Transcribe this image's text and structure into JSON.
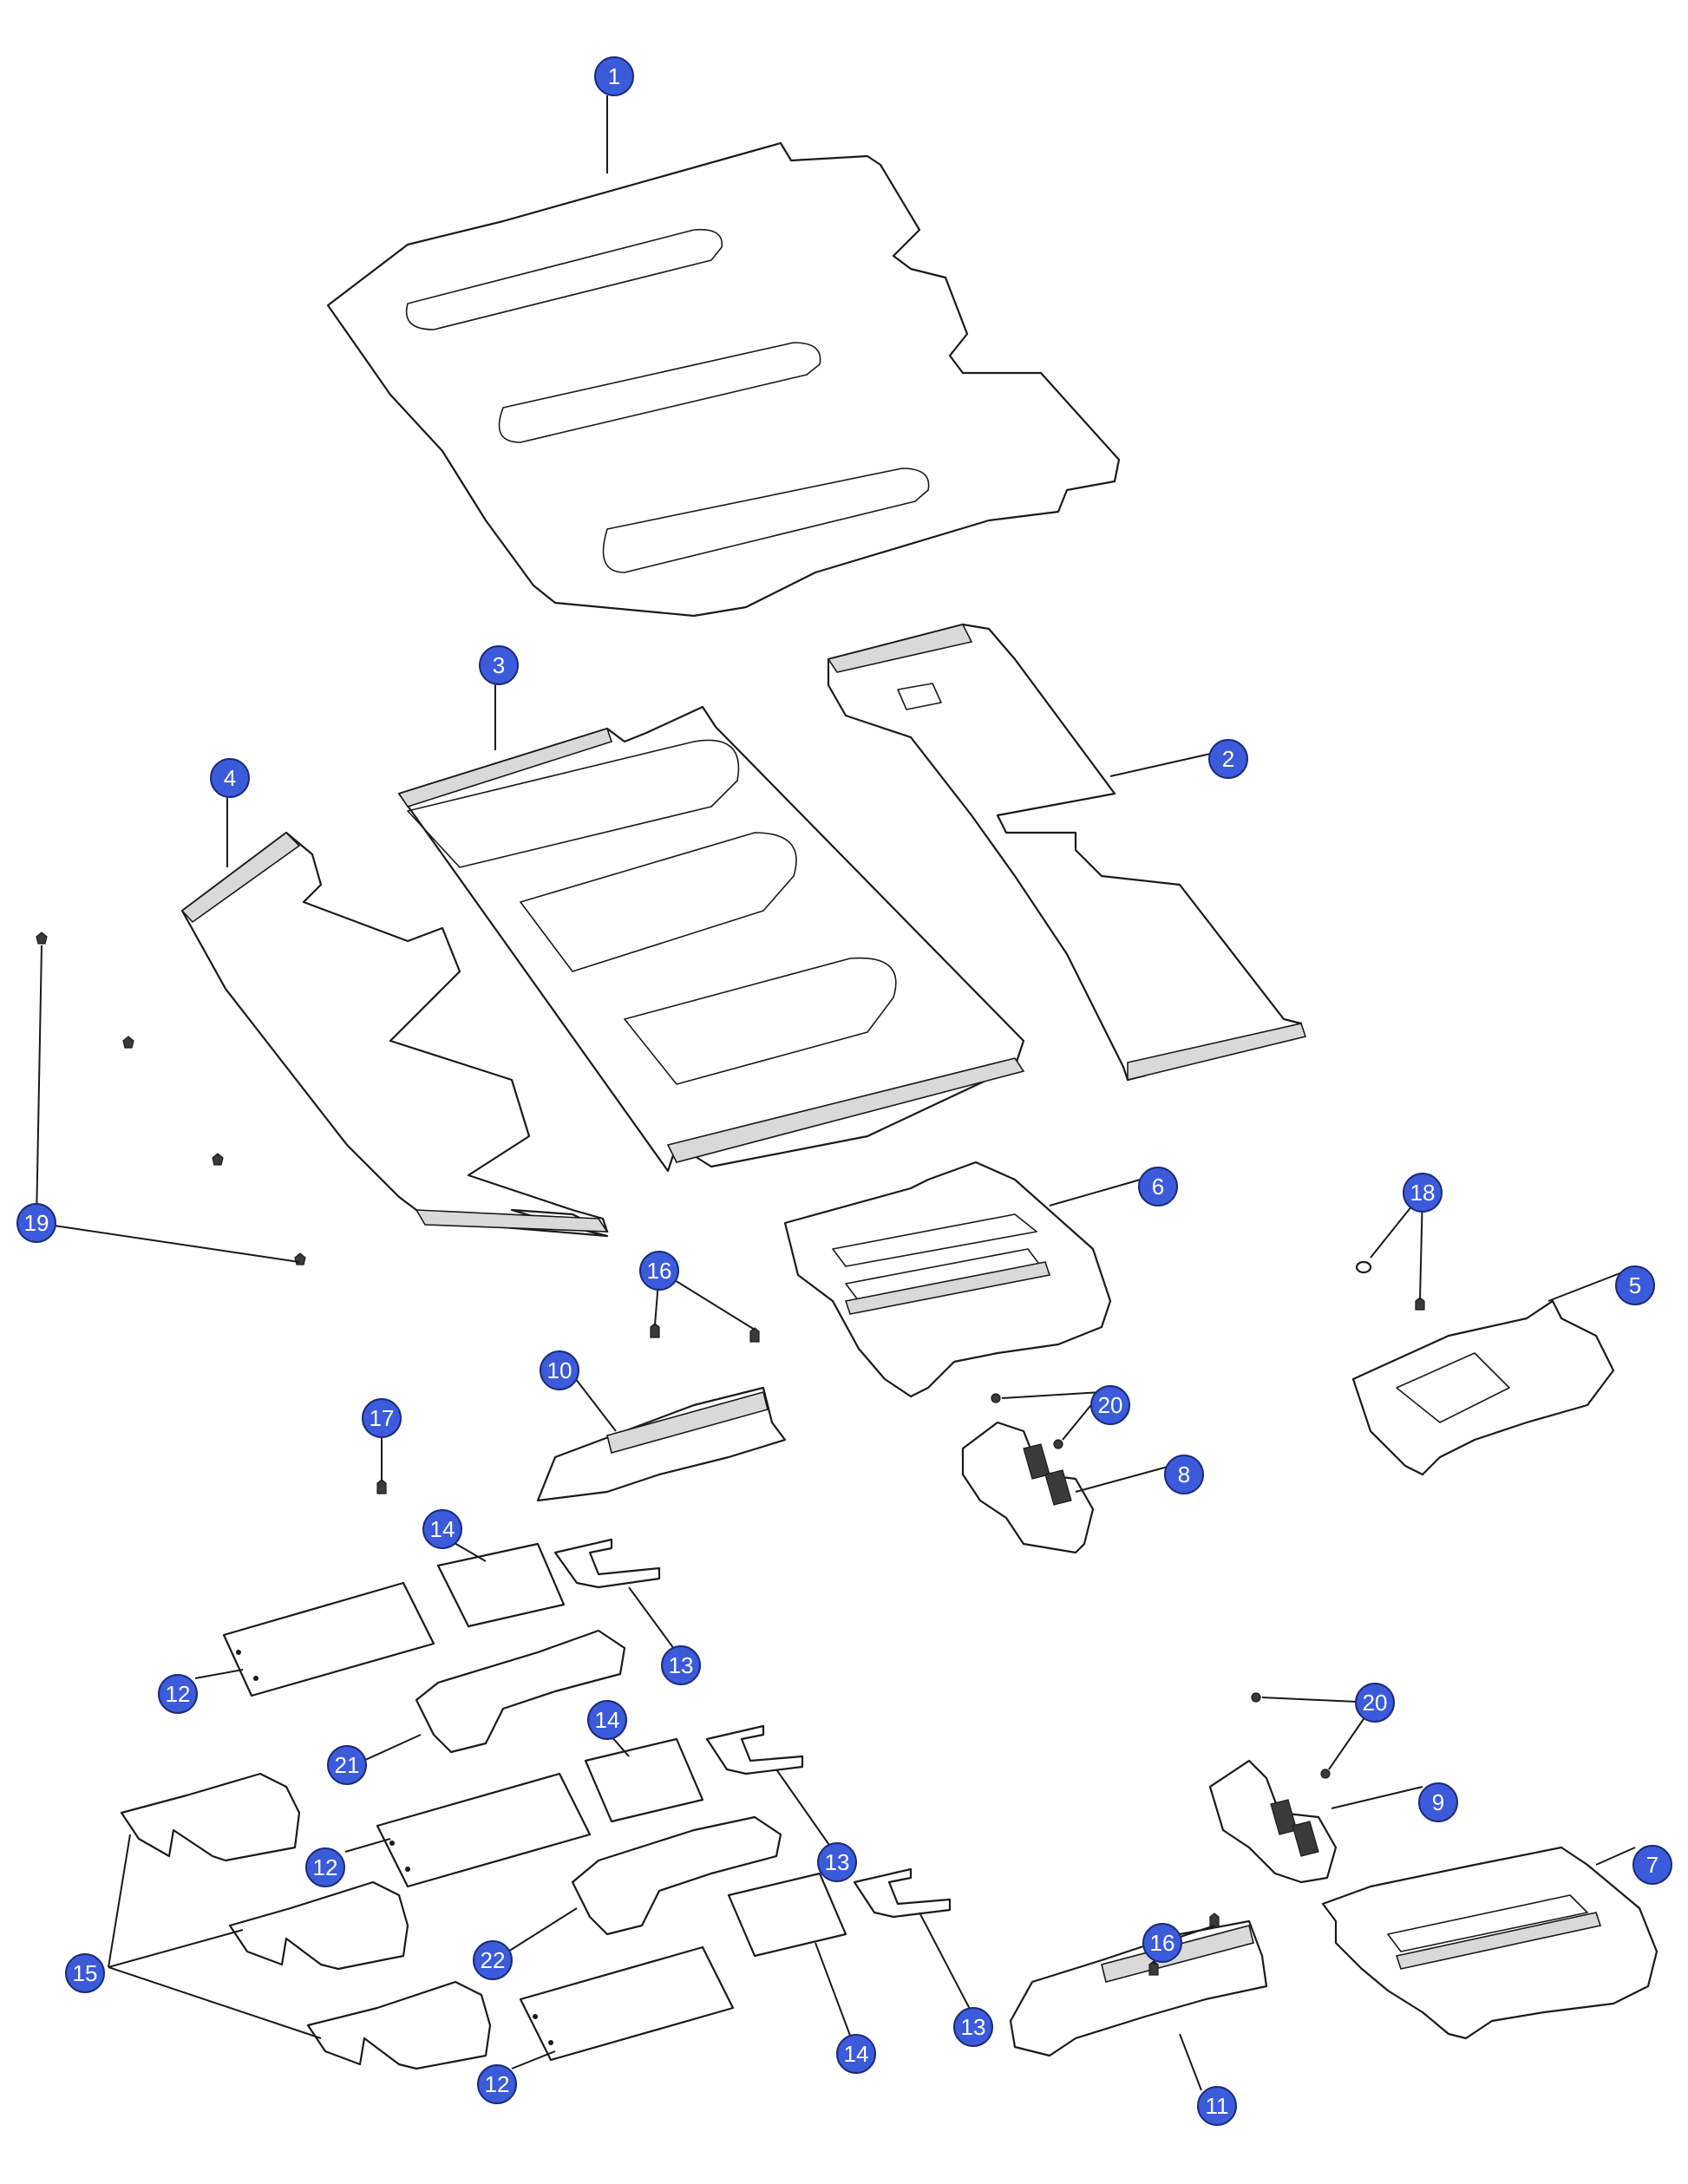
{
  "diagram": {
    "callout_color": "#3b5bdb",
    "callouts": [
      {
        "id": "c1",
        "label": "1"
      },
      {
        "id": "c2",
        "label": "2"
      },
      {
        "id": "c3",
        "label": "3"
      },
      {
        "id": "c4",
        "label": "4"
      },
      {
        "id": "c5",
        "label": "5"
      },
      {
        "id": "c6",
        "label": "6"
      },
      {
        "id": "c7",
        "label": "7"
      },
      {
        "id": "c8",
        "label": "8"
      },
      {
        "id": "c9",
        "label": "9"
      },
      {
        "id": "c10",
        "label": "10"
      },
      {
        "id": "c11",
        "label": "11"
      },
      {
        "id": "c12a",
        "label": "12"
      },
      {
        "id": "c12b",
        "label": "12"
      },
      {
        "id": "c12c",
        "label": "12"
      },
      {
        "id": "c13a",
        "label": "13"
      },
      {
        "id": "c13b",
        "label": "13"
      },
      {
        "id": "c13c",
        "label": "13"
      },
      {
        "id": "c14a",
        "label": "14"
      },
      {
        "id": "c14b",
        "label": "14"
      },
      {
        "id": "c14c",
        "label": "14"
      },
      {
        "id": "c15",
        "label": "15"
      },
      {
        "id": "c16a",
        "label": "16"
      },
      {
        "id": "c16b",
        "label": "16"
      },
      {
        "id": "c17",
        "label": "17"
      },
      {
        "id": "c18",
        "label": "18"
      },
      {
        "id": "c19",
        "label": "19"
      },
      {
        "id": "c20a",
        "label": "20"
      },
      {
        "id": "c20b",
        "label": "20"
      },
      {
        "id": "c21",
        "label": "21"
      },
      {
        "id": "c22",
        "label": "22"
      }
    ]
  }
}
